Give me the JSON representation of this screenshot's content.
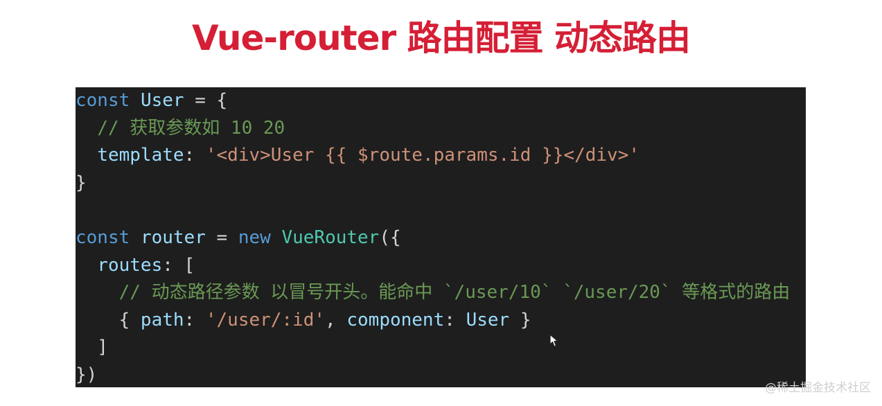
{
  "title": "Vue-router 路由配置 动态路由",
  "code": {
    "l1": [
      "const",
      " ",
      "User",
      " = {"
    ],
    "l2": [
      "  ",
      "// 获取参数如 10 20"
    ],
    "l3": [
      "  ",
      "template",
      ": ",
      "'<div>User {{ $route.params.id }}</div>'"
    ],
    "l4": [
      "}"
    ],
    "l6": [
      "const",
      " ",
      "router",
      " = ",
      "new",
      " ",
      "VueRouter",
      "({"
    ],
    "l7": [
      "  ",
      "routes",
      ": ["
    ],
    "l8": [
      "    ",
      "// 动态路径参数 以冒号开头。能命中 `/user/10` `/user/20` 等格式的路由"
    ],
    "l9": [
      "    { ",
      "path",
      ": ",
      "'/user/:id'",
      ", ",
      "component",
      ": ",
      "User",
      " }"
    ],
    "l10": [
      "  ]"
    ],
    "l11": [
      "})"
    ]
  },
  "watermark": "@稀土掘金技术社区",
  "colors": {
    "title": "#d51f35",
    "editor_bg": "#1e1e1e",
    "keyword": "#569cd6",
    "identifier": "#9cdcfe",
    "class_name": "#4ec9b0",
    "string": "#ce9178",
    "comment": "#6a9955",
    "punctuation": "#d4d4d4"
  }
}
